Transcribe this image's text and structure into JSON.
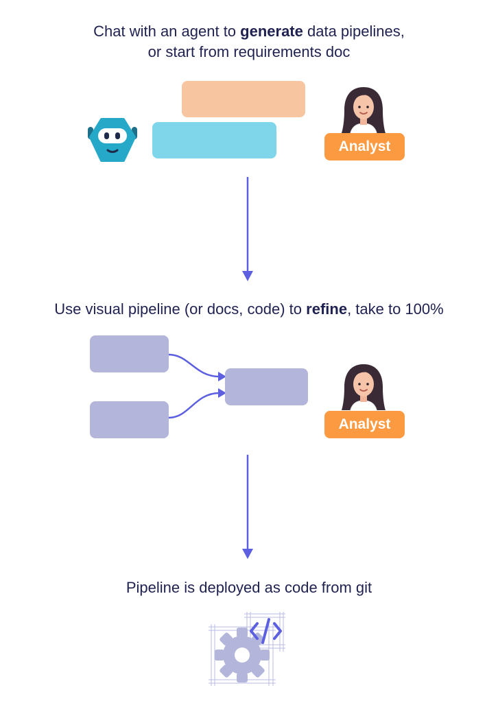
{
  "step1": {
    "caption_before": "Chat with an agent to ",
    "caption_bold": "generate",
    "caption_after": " data pipelines,",
    "caption_line2": "or start from requirements doc",
    "analyst_label": "Analyst"
  },
  "step2": {
    "caption_before": "Use visual pipeline (or docs, code) to ",
    "caption_bold": "refine",
    "caption_after": ", take to 100%",
    "analyst_label": "Analyst"
  },
  "step3": {
    "caption": "Pipeline is deployed as code from git"
  },
  "colors": {
    "arrow": "#5b5fe0",
    "analyst_badge": "#fb9a40",
    "agent_bubble": "#7fd5ea",
    "user_bubble": "#f7c6a1",
    "pipeline_node": "#b3b6da",
    "robot": "#26a8c9"
  },
  "icons": {
    "agent": "robot-icon",
    "analyst": "woman-avatar-icon",
    "deploy": "gear-code-icon"
  }
}
